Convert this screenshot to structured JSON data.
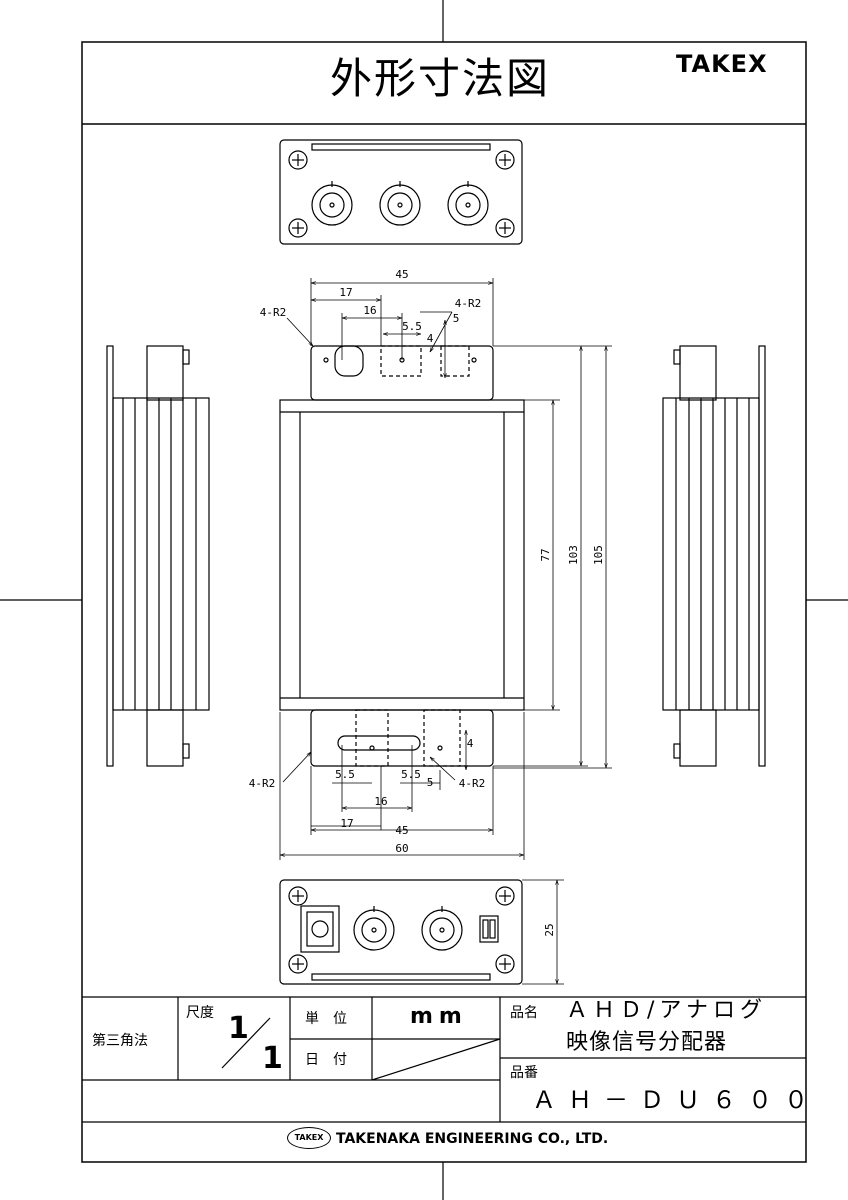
{
  "header": {
    "title": "外形寸法図",
    "brand": "TAKEX"
  },
  "dimensions": {
    "top_overall_width": "45",
    "top_slot_offset": "17",
    "top_slot_spacing": "16",
    "top_slot_width": "5.5",
    "top_hole_label": "4-R2",
    "top_slot_height_a": "4",
    "top_slot_height_b": "5",
    "top_left_radius": "4-R2",
    "body_length": "77",
    "flange_length": "103",
    "overall_length": "105",
    "bottom_left_radius": "4-R2",
    "bottom_slot_width_a": "5.5",
    "bottom_slot_width_b": "5.5",
    "bottom_slot_height_a": "4",
    "bottom_slot_height_b": "5",
    "bottom_hole_label": "4-R2",
    "bottom_slot_spacing": "16",
    "bottom_slot_offset": "17",
    "bottom_flange_width": "45",
    "overall_width": "60",
    "height": "25"
  },
  "title_block": {
    "projection": "第三角法",
    "scale_label": "尺度",
    "scale_num": "1",
    "scale_den": "1",
    "unit_label": "単　位",
    "unit_value": "mm",
    "date_label": "日　付",
    "product_name_label": "品名",
    "product_name_line1": "ＡＨＤ/アナログ",
    "product_name_line2": "映像信号分配器",
    "part_number_label": "品番",
    "part_number": "ＡＨ－ＤＵ６００",
    "logo_text": "TAKEX",
    "company": "TAKENAKA ENGINEERING CO., LTD."
  }
}
